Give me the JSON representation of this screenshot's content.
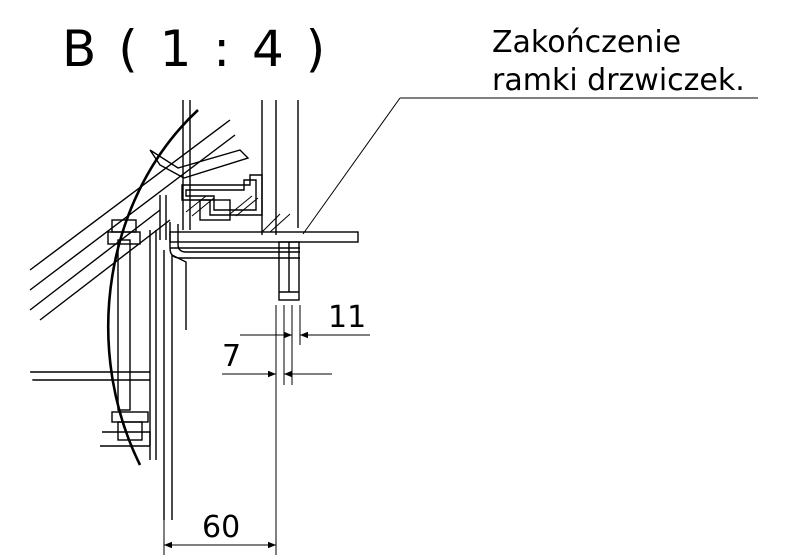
{
  "drawing": {
    "detail_title": "B ( 1 : 4 )",
    "callout": {
      "line1": "Zakończenie",
      "line2": "ramki drzwiczek."
    },
    "dimensions": {
      "d60": "60",
      "d7": "7",
      "d11": "11"
    }
  }
}
